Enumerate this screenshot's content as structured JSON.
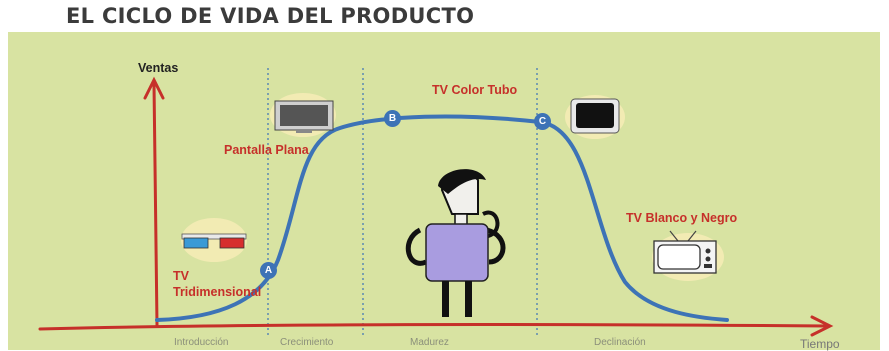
{
  "title": "EL CICLO DE VIDA DEL PRODUCTO",
  "axes": {
    "y_label": "Ventas",
    "x_label": "Tiempo"
  },
  "stages": [
    "Introducción",
    "Crecimiento",
    "Madurez",
    "Declinación"
  ],
  "points": {
    "a": "A",
    "b": "B",
    "c": "C"
  },
  "products": {
    "tridimensional": "TV Tridimensional",
    "pantalla_plana": "Pantalla Plana",
    "color_tubo": "TV Color Tubo",
    "blanco_negro": "TV Blanco y Negro"
  },
  "colors": {
    "background": "#d8e3a2",
    "curve": "#3d73b6",
    "axis": "#c6302a",
    "person_shirt": "#a99ce0"
  }
}
